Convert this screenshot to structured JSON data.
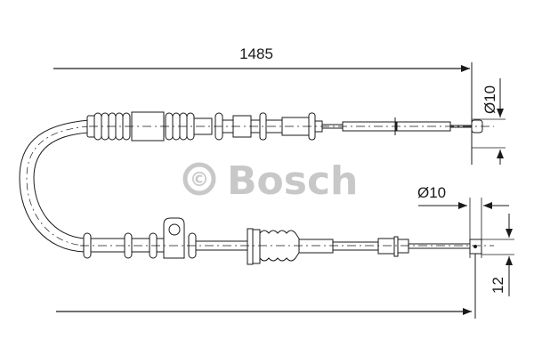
{
  "drawing": {
    "subject": "parking brake cable",
    "watermark": "© Bosch",
    "watermark_symbol": "©",
    "watermark_text": "Bosch",
    "dimensions": {
      "overall_length": "1485",
      "top_end_diameter": "Ø10",
      "bottom_end_diameter": "Ø10",
      "bottom_end_offset": "12"
    }
  }
}
